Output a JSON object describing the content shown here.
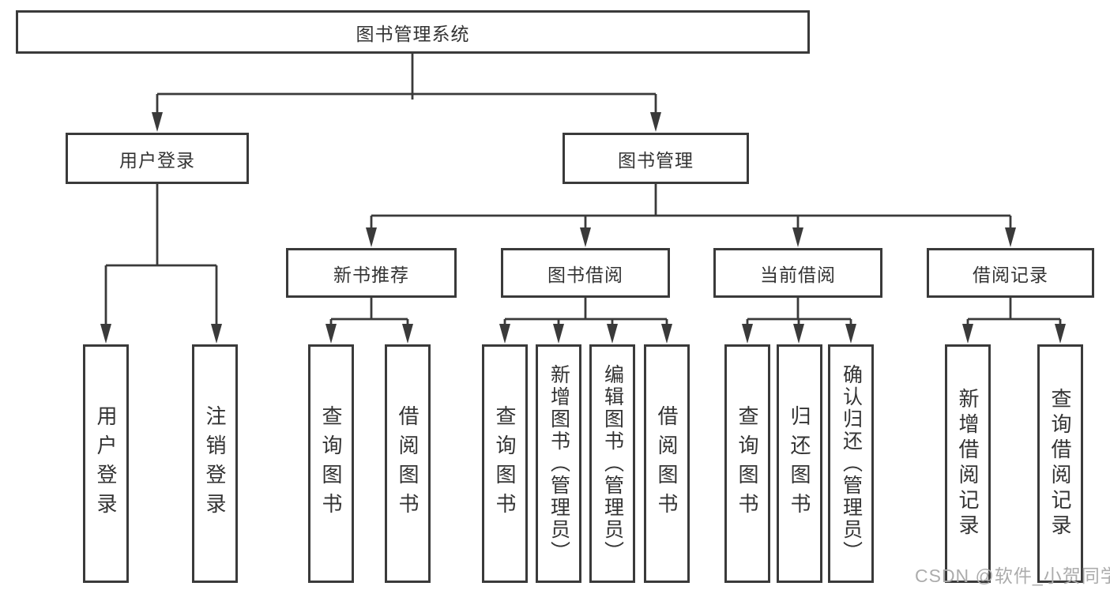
{
  "tree": {
    "root": {
      "label": "图书管理系统"
    },
    "level2": [
      {
        "label": "用户登录"
      },
      {
        "label": "图书管理"
      }
    ],
    "level3": [
      {
        "label": "新书推荐"
      },
      {
        "label": "图书借阅"
      },
      {
        "label": "当前借阅"
      },
      {
        "label": "借阅记录"
      }
    ],
    "leaves": [
      {
        "label": "用户登录"
      },
      {
        "label": "注销登录"
      },
      {
        "label": "查询图书"
      },
      {
        "label": "借阅图书"
      },
      {
        "label": "查询图书"
      },
      {
        "label": "新增图书（管理员）"
      },
      {
        "label": "编辑图书（管理员）"
      },
      {
        "label": "借阅图书"
      },
      {
        "label": "查询图书"
      },
      {
        "label": "归还图书"
      },
      {
        "label": "确认归还（管理员）"
      },
      {
        "label": "新增借阅记录"
      },
      {
        "label": "查询借阅记录"
      }
    ]
  },
  "watermark": {
    "text": "CSDN @软件_小贺同学"
  },
  "colors": {
    "line": "#3a3a3a",
    "box_border": "#3a3a3a",
    "text": "#333333",
    "watermark": "#acacac",
    "background": "#ffffff"
  }
}
